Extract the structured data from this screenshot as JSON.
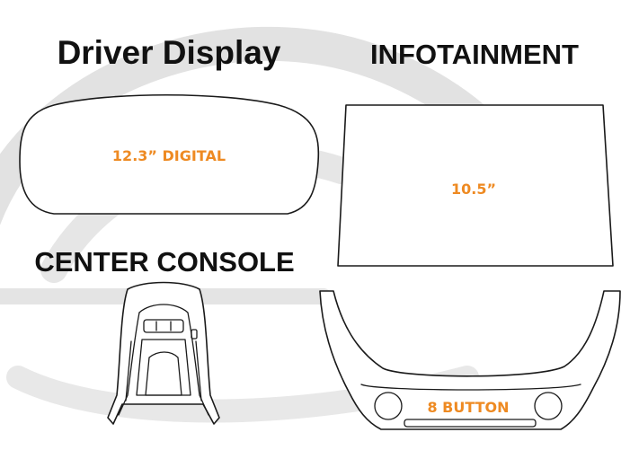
{
  "colors": {
    "background": "#ffffff",
    "watermark": "#d4d4d4",
    "heading": "#111111",
    "accent": "#ee8a22",
    "outline": "#1a1a1a"
  },
  "sections": {
    "driver_display": {
      "heading": "Driver Display",
      "spec": "12.3” DIGITAL"
    },
    "infotainment": {
      "heading": "INFOTAINMENT",
      "spec": "10.5”"
    },
    "center_console": {
      "heading": "CENTER CONSOLE"
    },
    "control_panel": {
      "spec": "8 BUTTON"
    }
  }
}
